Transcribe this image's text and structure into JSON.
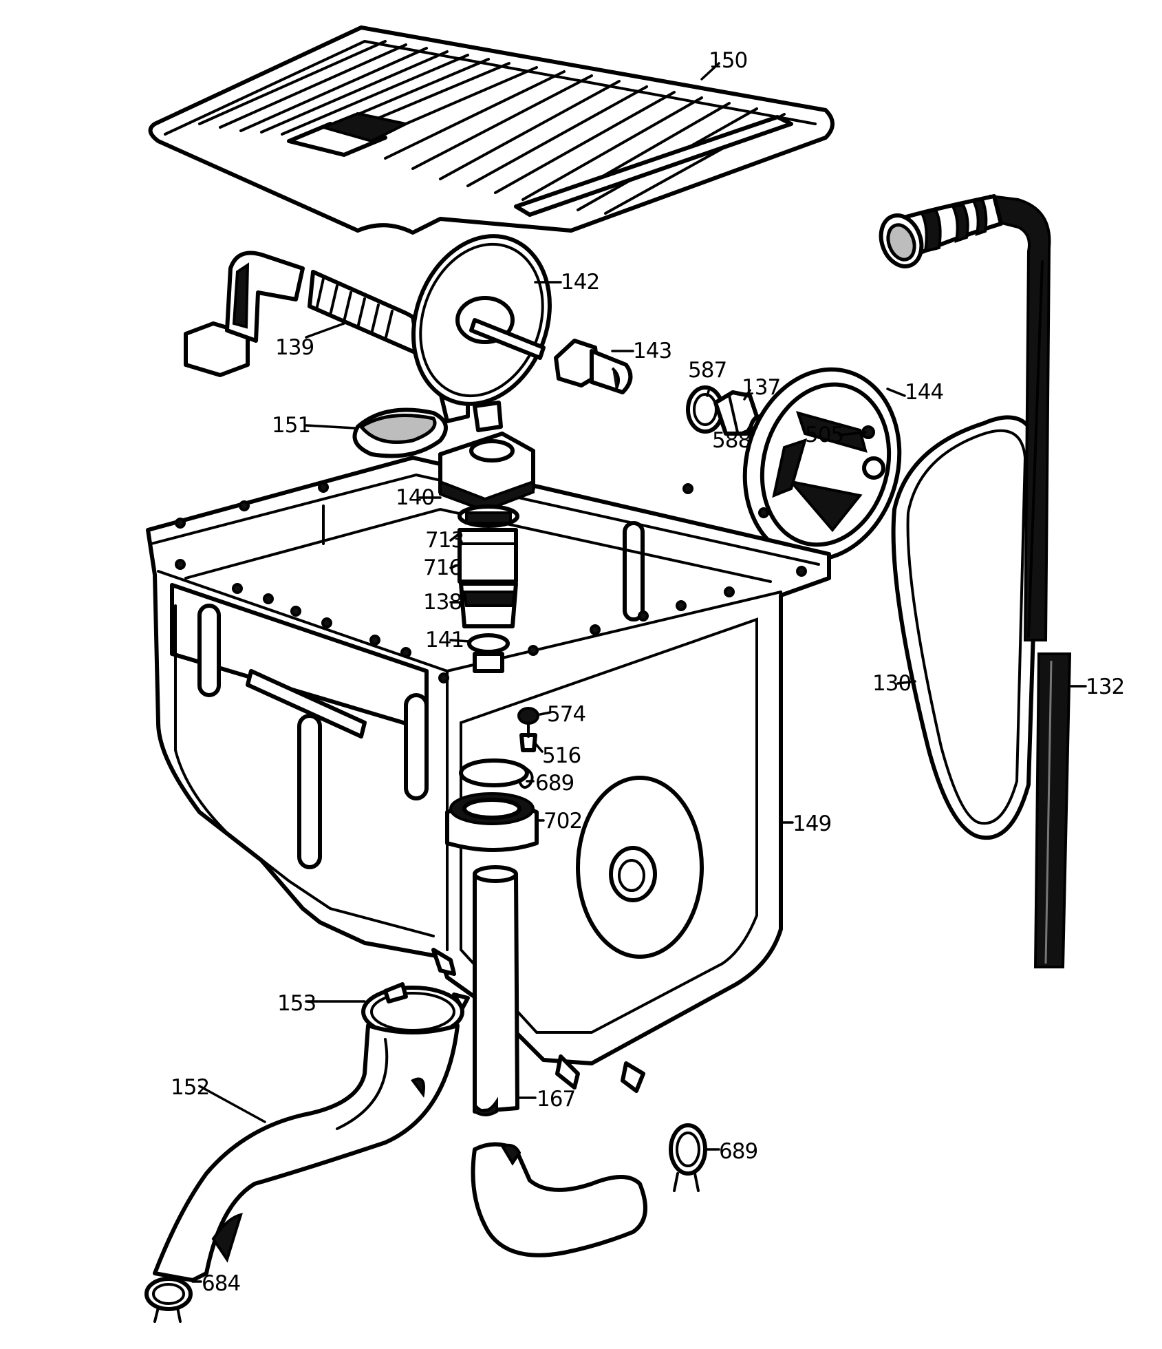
{
  "labels": {
    "p150": "150",
    "p142": "142",
    "p139": "139",
    "p143": "143",
    "p587": "587",
    "p137": "137",
    "p144": "144",
    "p151": "151",
    "p505": "505",
    "p588": "588",
    "p140": "140",
    "p713": "713",
    "p716": "716",
    "p138": "138",
    "p141": "141",
    "p130": "130",
    "p132": "132",
    "p574": "574",
    "p516": "516",
    "p689a": "689",
    "p702": "702",
    "p149": "149",
    "p153": "153",
    "p152": "152",
    "p167": "167",
    "p689b": "689",
    "p684": "684"
  }
}
